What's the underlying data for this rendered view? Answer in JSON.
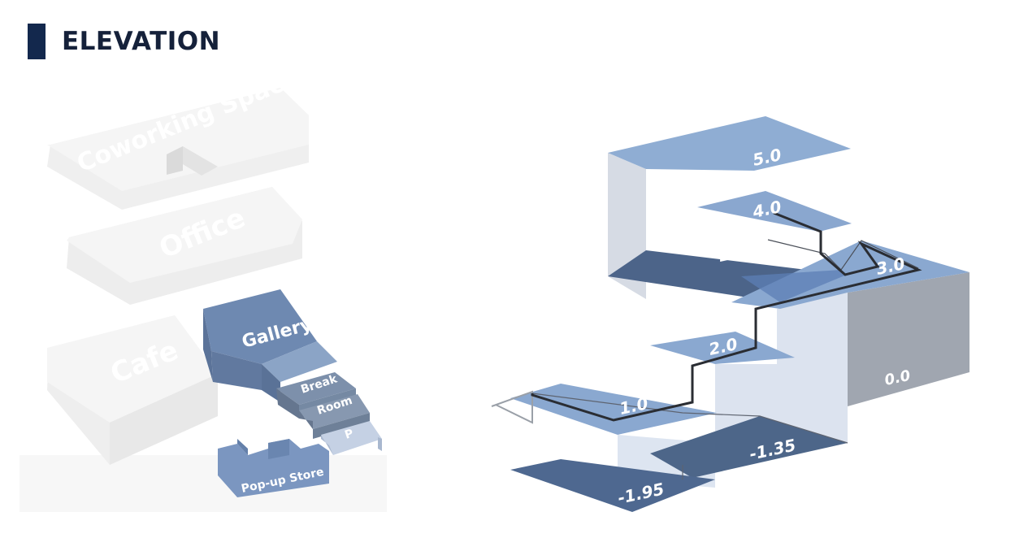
{
  "header": {
    "title": "ELEVATION"
  },
  "zones": {
    "coworking": "Coworking Space",
    "office": "Office",
    "cafe": "Cafe",
    "gallery": "Gallery",
    "break": "Break",
    "room": "Room",
    "p": "P",
    "popup": "Pop-up Store"
  },
  "levels": {
    "l5": "5.0",
    "l4": "4.0",
    "l2a": "2.0",
    "l3": "3.0",
    "l2b": "2.0",
    "l0": "0.0",
    "l1": "1.0",
    "lm135": "-1.35",
    "lm195": "-1.95"
  },
  "colors": {
    "accent": "#13284d",
    "plane_blue": "#7f9fc9",
    "plane_dark": "#4d6689",
    "wall_light": "#d3dcea",
    "wall_grey": "#9aa1ab",
    "ghost": "#f2f2f2"
  }
}
